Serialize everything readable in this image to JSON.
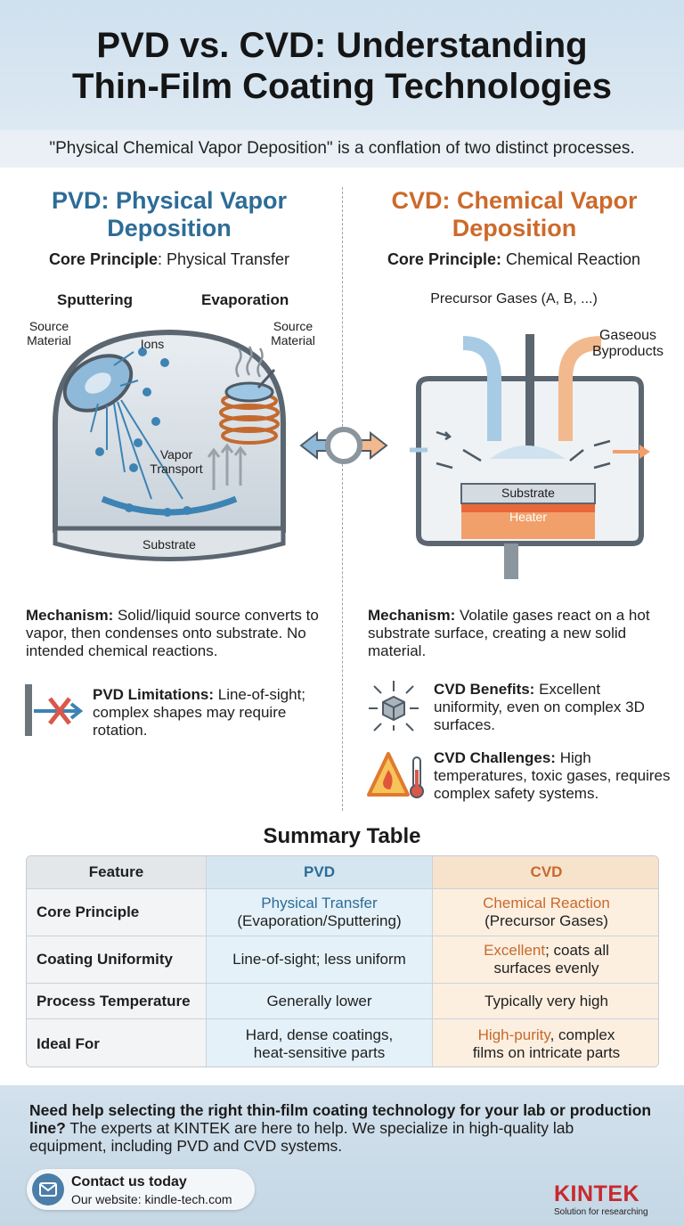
{
  "header": {
    "title_line1": "PVD vs. CVD: Understanding",
    "title_line2": "Thin-Film Coating Technologies",
    "subtitle": "\"Physical Chemical Vapor Deposition\" is a conflation of two distinct processes."
  },
  "pvd": {
    "title_line1": "PVD: Physical Vapor",
    "title_line2": "Deposition",
    "core_label": "Core Principle",
    "core_value": ": Physical Transfer",
    "diagram": {
      "sputtering": "Sputtering",
      "evaporation": "Evaporation",
      "source_material_left": "Source\nMaterial",
      "ions": "Ions",
      "source_material_right": "Source\nMaterial",
      "vapor_transport": "Vapor\nTransport",
      "substrate": "Substrate"
    },
    "mechanism_label": "Mechanism:",
    "mechanism_text": " Solid/liquid source converts to vapor, then condenses onto substrate. No intended chemical reactions.",
    "limitations_label": "PVD Limitations:",
    "limitations_text": " Line-of-sight; complex shapes may require rotation."
  },
  "cvd": {
    "title_line1": "CVD: Chemical Vapor",
    "title_line2": "Deposition",
    "core_label": "Core Principle:",
    "core_value": " Chemical Reaction",
    "diagram": {
      "precursor": "Precursor Gases (A, B, ...)",
      "byproducts": "Gaseous\nByproducts",
      "substrate": "Substrate",
      "heater": "Heater"
    },
    "mechanism_label": "Mechanism:",
    "mechanism_text": " Volatile gases react on a hot substrate surface, creating a new solid material.",
    "benefits_label": "CVD Benefits:",
    "benefits_text": " Excellent uniformity, even on complex 3D surfaces.",
    "challenges_label": "CVD Challenges:",
    "challenges_text": " High temperatures, toxic gases, requires complex safety systems."
  },
  "summary": {
    "title": "Summary Table",
    "headers": [
      "Feature",
      "PVD",
      "CVD"
    ],
    "rows": [
      {
        "feature": "Core Principle",
        "pvd_a": "Physical Transfer",
        "pvd_b": "(Evaporation/Sputtering)",
        "cvd_a": "Chemical Reaction",
        "cvd_b": "(Precursor Gases)"
      },
      {
        "feature": "Coating Uniformity",
        "pvd_a": "Line-of-sight; less uniform",
        "pvd_b": "",
        "cvd_a": "Excellent",
        "cvd_b": "; coats all surfaces evenly"
      },
      {
        "feature": "Process Temperature",
        "pvd_a": "Generally lower",
        "pvd_b": "",
        "cvd_a": "Typically very high",
        "cvd_b": ""
      },
      {
        "feature": "Ideal For",
        "pvd_a": "Hard, dense coatings, heat-sensitive parts",
        "pvd_b": "",
        "cvd_a": "High-purity",
        "cvd_b": ", complex films on intricate parts"
      }
    ]
  },
  "footer": {
    "text_bold": "Need help selecting the right thin-film coating technology for your lab or production line?",
    "text_rest": " The experts at KINTEK are here to help. We specialize in high-quality lab equipment, including PVD and CVD systems.",
    "contact_title": "Contact us today",
    "contact_site": "Our website: kindle-tech.com",
    "brand": "KINTEK",
    "tagline": "Solution for researching"
  },
  "colors": {
    "pvd_blue": "#2d6c97",
    "cvd_orange": "#cc6a2b",
    "brand_red": "#c62a2f"
  },
  "icons": [
    "envelope-icon",
    "blocked-line-of-sight-icon",
    "uniform-cube-icon",
    "warning-fire-icon",
    "thermometer-icon",
    "double-arrow-icon"
  ]
}
